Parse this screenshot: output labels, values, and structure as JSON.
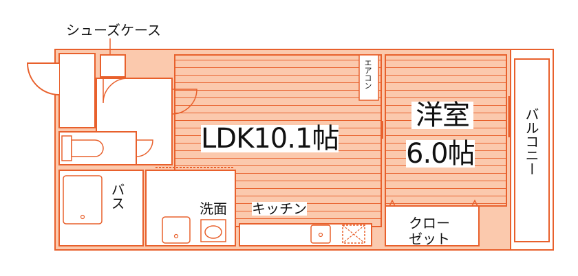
{
  "colors": {
    "wall": "#e8602c",
    "wall_fill": "#fbc9ad",
    "floor": "#ffffff",
    "line": "#e8602c",
    "text": "#111111"
  },
  "labels": {
    "shoe_case": "シューズケース",
    "ldk": "LDK10.1帖",
    "aircon": "エアコン",
    "western_room": "洋室",
    "western_room_size": "6.0帖",
    "balcony": "バルコニー",
    "bath": "バス",
    "washroom": "洗面",
    "kitchen": "キッチン",
    "closet": "クロー\nゼット"
  }
}
